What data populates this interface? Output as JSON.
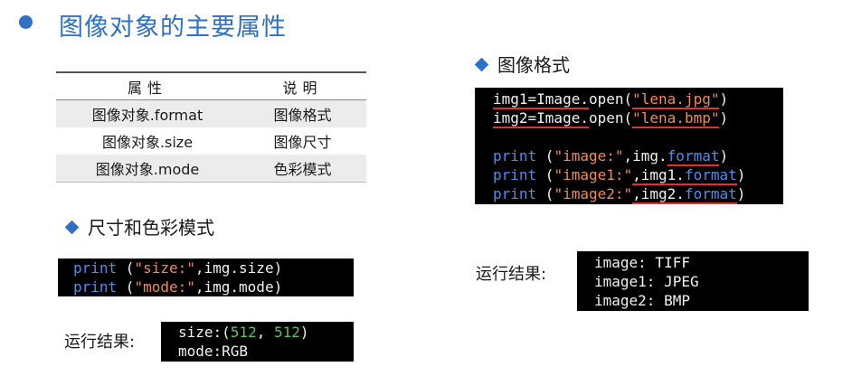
{
  "page": {
    "title": "图像对象的主要属性"
  },
  "attr_table": {
    "headers": [
      "属性",
      "说明"
    ],
    "rows": [
      [
        "图像对象.format",
        "图像格式"
      ],
      [
        "图像对象.size",
        "图像尺寸"
      ],
      [
        "图像对象.mode",
        "色彩模式"
      ]
    ]
  },
  "size_mode_section": {
    "heading": "尺寸和色彩模式",
    "code": {
      "line1": {
        "kw": "print",
        "open": " (",
        "str": "\"size:\"",
        "rest": ",img.size)"
      },
      "line2": {
        "kw": "print",
        "open": " (",
        "str": "\"mode:\"",
        "rest": ",img.mode)"
      }
    },
    "run_label": "运行结果:",
    "output": {
      "l1_prefix": "size:(",
      "l1_num1": "512",
      "l1_sep": ", ",
      "l1_num2": "512",
      "l1_suffix": ")",
      "l2": "mode:RGB"
    }
  },
  "format_section": {
    "heading": "图像格式",
    "code": {
      "l1_var": "img1=Image.",
      "l1_fn": "open",
      "l1_open": "(",
      "l1_str": "\"lena.jpg\"",
      "l1_close": ")",
      "l2_var": "img2=Image.",
      "l2_fn": "open",
      "l2_open": "(",
      "l2_str": "\"lena.bmp\"",
      "l2_close": ")",
      "l3_kw": "print",
      "l3_open": " (",
      "l3_str": "\"image:\"",
      "l3_obj": ",img.",
      "l3_attr": "format",
      "l3_close": ")",
      "l4_kw": "print",
      "l4_open": " (",
      "l4_str": "\"image1:\"",
      "l4_obj": ",img1.",
      "l4_attr": "format",
      "l4_close": ")",
      "l5_kw": "print",
      "l5_open": " (",
      "l5_str": "\"image2:\"",
      "l5_obj": ",img2.",
      "l5_attr": "format",
      "l5_close": ")"
    },
    "run_label": "运行结果:",
    "output": [
      "image: TIFF",
      "image1: JPEG",
      "image2: BMP"
    ]
  },
  "colors": {
    "accent_blue": "#2f6fc4",
    "keyword_blue": "#4c8ef0",
    "string_orange": "#ef8a5a",
    "number_green": "#59c25f",
    "underline_red": "#e2322c",
    "code_bg": "#000000"
  },
  "icons": [
    "bullet-dot-icon",
    "diamond-bullet-icon"
  ]
}
